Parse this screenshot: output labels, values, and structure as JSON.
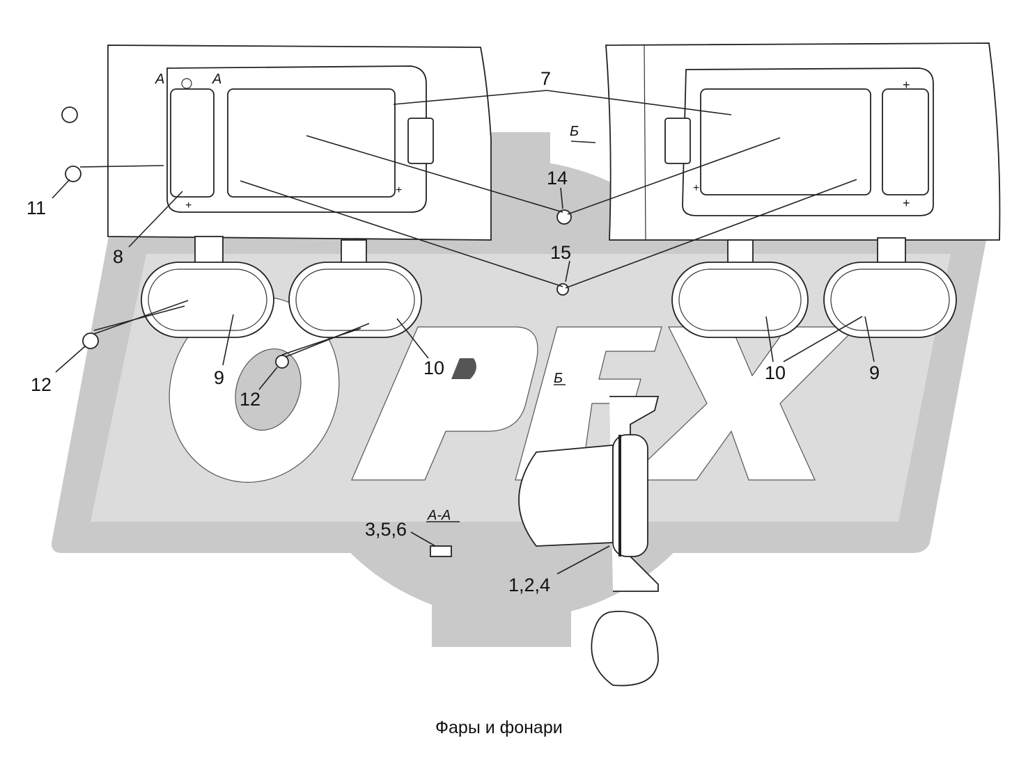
{
  "title": "Фары и фонари",
  "watermark": {
    "text": "OPEX",
    "color": "#c9c9c9"
  },
  "labels": {
    "p7": "7",
    "p8": "8",
    "p9_left": "9",
    "p9_right": "9",
    "p10_left": "10",
    "p10_right": "10",
    "p11": "11",
    "p12_left": "12",
    "p12_mid": "12",
    "p14": "14",
    "p15": "15",
    "p356": "3,5,6",
    "p124": "1,2,4"
  },
  "sections": {
    "a_left": "А",
    "a_right": "А",
    "view_b_arrow": "Б",
    "view_b": "Б",
    "section_aa": "А-А"
  }
}
